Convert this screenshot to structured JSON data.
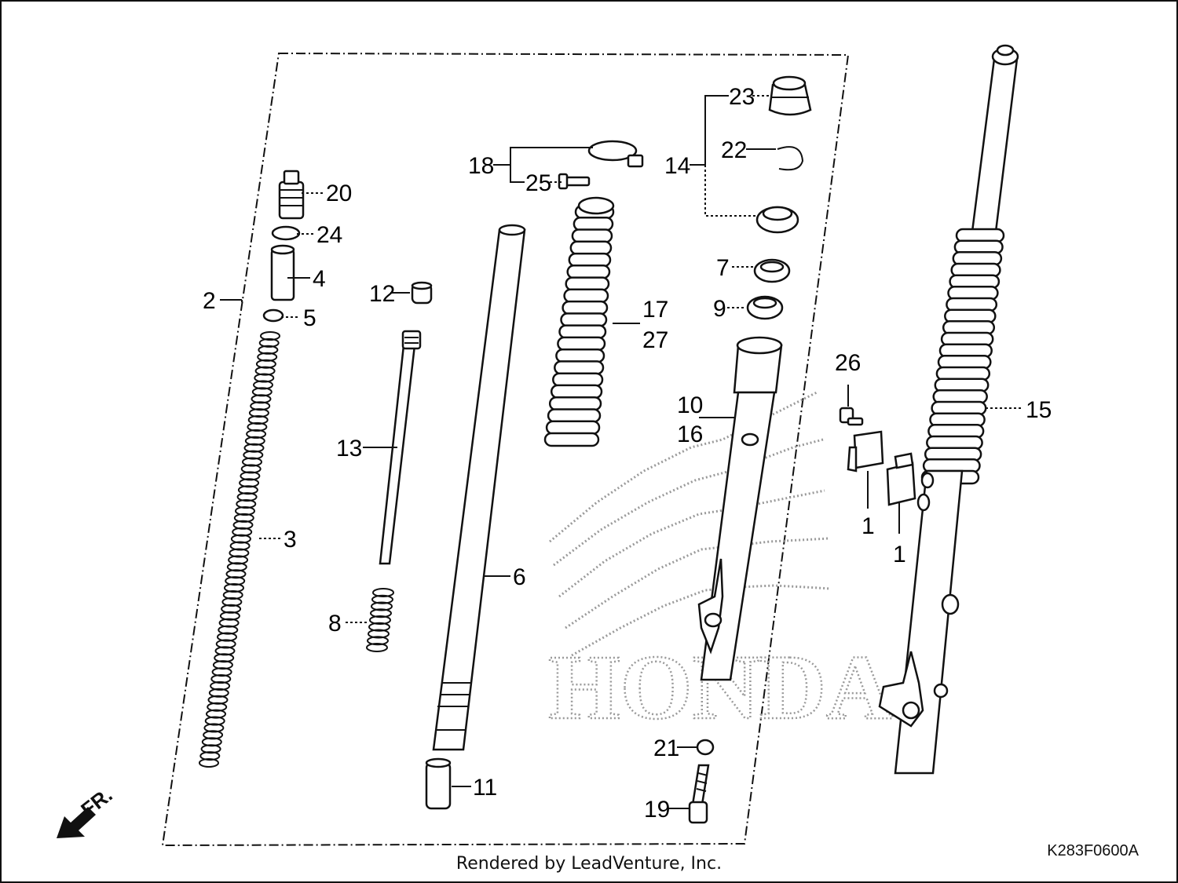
{
  "diagram": {
    "callouts": {
      "c1a": "1",
      "c1b": "1",
      "c2": "2",
      "c3": "3",
      "c4": "4",
      "c5": "5",
      "c6": "6",
      "c7": "7",
      "c8": "8",
      "c9": "9",
      "c10": "10",
      "c11": "11",
      "c12": "12",
      "c13": "13",
      "c14": "14",
      "c15": "15",
      "c16": "16",
      "c17": "17",
      "c18": "18",
      "c19": "19",
      "c20": "20",
      "c21": "21",
      "c22": "22",
      "c23": "23",
      "c24": "24",
      "c25": "25",
      "c26": "26",
      "c27": "27"
    },
    "direction_label": "FR.",
    "watermark_text": "HONDA",
    "diagram_code": "K283F0600A"
  },
  "footer": {
    "rendered_by": "Rendered by LeadVenture, Inc."
  }
}
